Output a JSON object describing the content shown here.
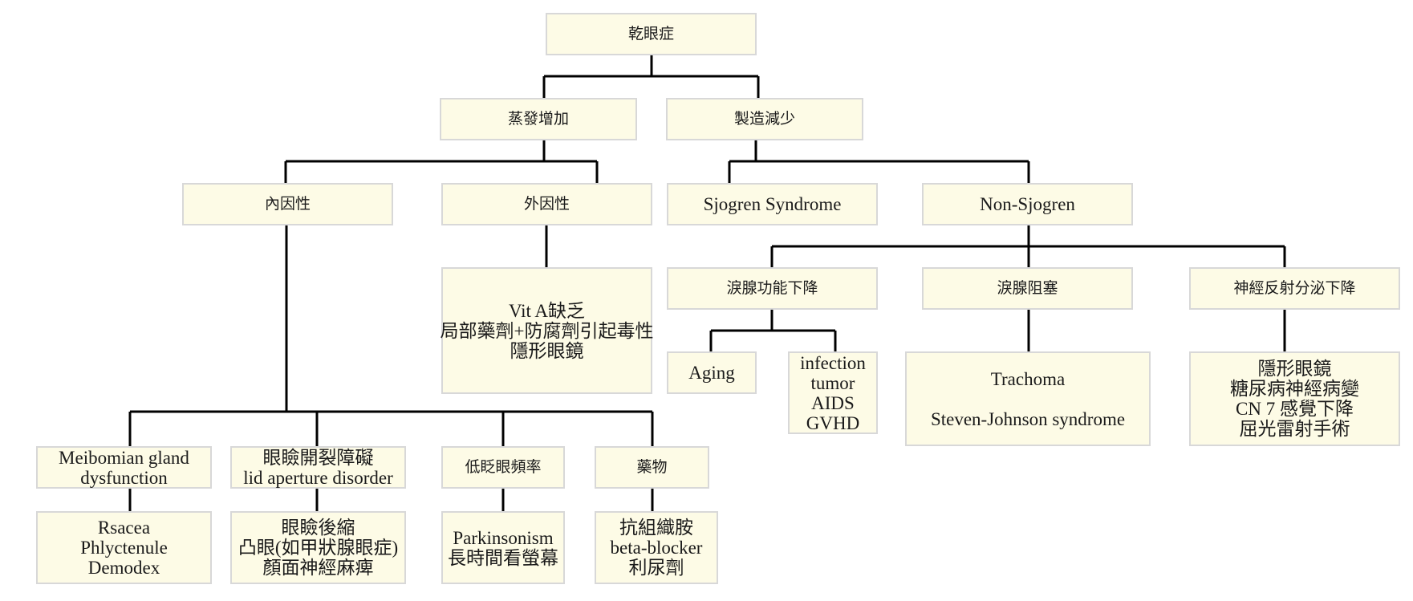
{
  "diagram": {
    "nodes": {
      "root": [
        "乾眼症"
      ],
      "evap": [
        "蒸發增加"
      ],
      "prod": [
        "製造減少"
      ],
      "intrinsic": [
        "內因性"
      ],
      "extrinsic": [
        "外因性"
      ],
      "sjogren": [
        "Sjogren Syndrome"
      ],
      "nonsjogren": [
        "Non-Sjogren"
      ],
      "ext_causes": [
        "Vit A缺乏",
        "局部藥劑+防腐劑引起毒性",
        "隱形眼鏡"
      ],
      "gland_dec": [
        "淚腺功能下降"
      ],
      "gland_block": [
        "淚腺阻塞"
      ],
      "neuro": [
        "神經反射分泌下降"
      ],
      "aging": [
        "Aging"
      ],
      "infection": [
        "infection",
        "tumor",
        "AIDS",
        "GVHD"
      ],
      "trachoma": [
        "Trachoma",
        "",
        "Steven-Johnson syndrome"
      ],
      "neuro_causes": [
        "隱形眼鏡",
        "糖尿病神經病變",
        "CN 7 感覺下降",
        "屈光雷射手術"
      ],
      "meibomian": [
        "Meibomian gland",
        "dysfunction"
      ],
      "lid": [
        "眼瞼開裂障礙",
        "lid aperture disorder"
      ],
      "blink": [
        "低眨眼頻率"
      ],
      "drugs": [
        "藥物"
      ],
      "rsacea": [
        "Rsacea",
        "Phlyctenule",
        "Demodex"
      ],
      "lid_causes": [
        "眼瞼後縮",
        "凸眼(如甲狀腺眼症)",
        "顏面神經麻痺"
      ],
      "parkinson": [
        "Parkinsonism",
        "長時間看螢幕"
      ],
      "drug_list": [
        "抗組織胺",
        "beta-blocker",
        "利尿劑"
      ]
    }
  }
}
